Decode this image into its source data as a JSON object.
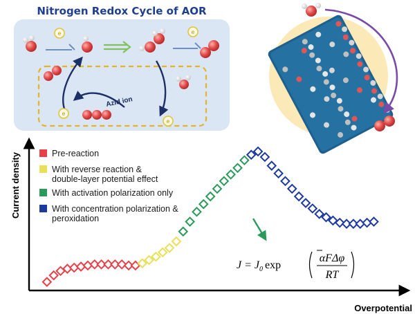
{
  "top_panel": {
    "title": "Nitrogen Redox Cycle of AOR",
    "azid_label": "Azid ion",
    "electron_symbol": "e"
  },
  "axes": {
    "xlabel": "Overpotential",
    "ylabel": "Current density"
  },
  "legend": [
    {
      "label_lines": [
        "Pre-reaction"
      ],
      "color": "#e8404a"
    },
    {
      "label_lines": [
        "With reverse reaction &",
        "double-layer potential effect"
      ],
      "color": "#e9e05a"
    },
    {
      "label_lines": [
        "With activation polarization only"
      ],
      "color": "#2a9a5a"
    },
    {
      "label_lines": [
        "With concentration polarization &",
        "peroxidation"
      ],
      "color": "#1e3aa0"
    }
  ],
  "equation": {
    "lhs": "J = J",
    "sub0": "0",
    "exp": "exp",
    "numerator": "αFΔφ",
    "denominator": "RT"
  },
  "colors": {
    "panel_bg": "#dbe6f5",
    "cycle_box": "#e3b32a",
    "arrow_dark": "#1c2f66",
    "arrow_blue": "#6b8fc6",
    "arrow_green": "#7fc25a",
    "arrow_purple": "#7a4aa8",
    "oxygen": "#e05555",
    "catalyst": "#2a6f9e",
    "halo": "#fbe9b8"
  },
  "chart_data": {
    "type": "scatter",
    "xlabel": "Overpotential",
    "ylabel": "Current density",
    "series": [
      {
        "name": "Pre-reaction",
        "color": "#e8404a",
        "x": [
          1,
          2,
          3,
          4,
          5,
          6,
          7,
          8,
          9,
          10,
          11,
          12,
          13,
          14
        ],
        "y": [
          0.4,
          1.0,
          1.4,
          1.6,
          1.7,
          1.8,
          1.9,
          2.0,
          2.0,
          2.0,
          2.0,
          2.0,
          1.9,
          1.9
        ]
      },
      {
        "name": "With reverse reaction & double-layer potential effect",
        "color": "#e9e05a",
        "x": [
          15,
          16,
          17,
          18,
          19,
          20
        ],
        "y": [
          2.1,
          2.4,
          2.7,
          3.1,
          3.5,
          4.1
        ]
      },
      {
        "name": "With activation polarization only",
        "color": "#2a9a5a",
        "x": [
          21,
          22,
          23,
          24,
          25,
          26,
          27,
          28,
          29,
          30
        ],
        "y": [
          5.0,
          5.9,
          6.8,
          7.5,
          8.2,
          8.9,
          9.6,
          10.2,
          10.8,
          11.5
        ]
      },
      {
        "name": "With concentration polarization & peroxidation",
        "color": "#1e3aa0",
        "x": [
          31,
          32,
          33,
          34,
          35,
          36,
          37,
          38,
          39,
          40,
          41,
          42,
          43,
          44,
          45,
          46,
          47,
          48,
          49
        ],
        "y": [
          12.0,
          12.3,
          11.8,
          11.0,
          10.3,
          9.6,
          8.9,
          8.2,
          7.6,
          7.1,
          6.6,
          6.3,
          6.0,
          5.8,
          5.7,
          5.7,
          5.7,
          5.8,
          5.9
        ]
      }
    ],
    "xlim": [
      0,
      52
    ],
    "ylim": [
      0,
      13.5
    ],
    "grid": false,
    "legend_position": "top-left"
  }
}
